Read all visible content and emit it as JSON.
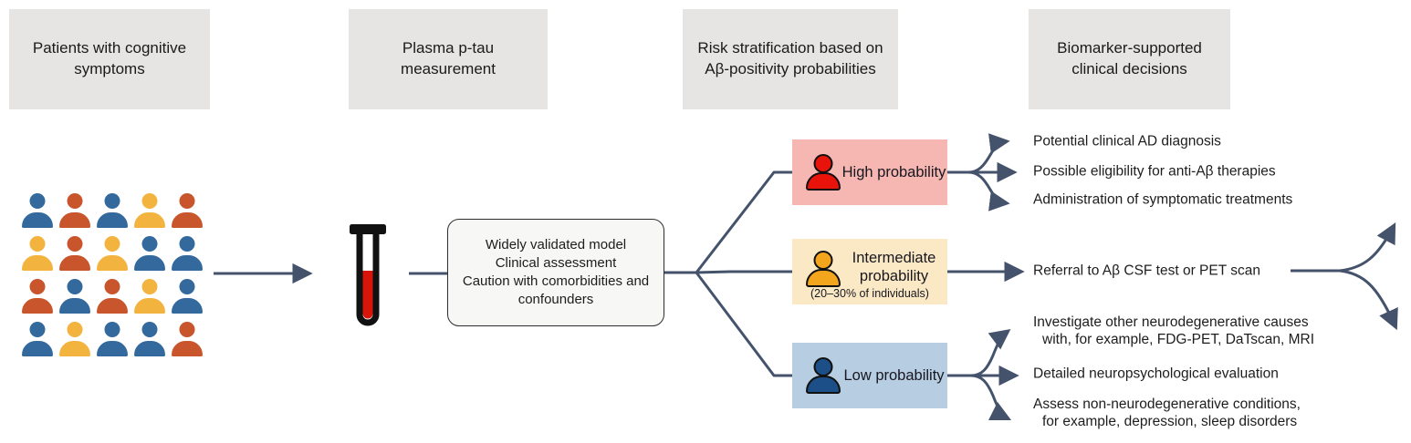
{
  "colors": {
    "line": "#44536b",
    "header_bg": "#e6e5e3",
    "blue": "#33699c",
    "orange": "#c8552c",
    "yellow": "#f3b33f",
    "high_bg": "#f6b7b2",
    "high_icon": "#e8140c",
    "intermediate_bg": "#fbe9c6",
    "intermediate_icon": "#f3a51d",
    "low_bg": "#b7cde2",
    "low_icon": "#1c4e87",
    "model_box_bg": "#f7f7f5",
    "tube_liquid": "#d8150b"
  },
  "headers": [
    {
      "label": "Patients with cognitive symptoms"
    },
    {
      "label": "Plasma p-tau measurement"
    },
    {
      "label": "Risk stratification based on Aβ-positivity probabilities"
    },
    {
      "label": "Biomarker-supported clinical decisions"
    }
  ],
  "crowd": {
    "rows": [
      [
        "blue",
        "orange",
        "blue",
        "yellow",
        "orange"
      ],
      [
        "yellow",
        "orange",
        "yellow",
        "blue",
        "blue"
      ],
      [
        "orange",
        "blue",
        "orange",
        "yellow",
        "blue"
      ],
      [
        "blue",
        "yellow",
        "blue",
        "blue",
        "orange"
      ]
    ]
  },
  "model_box": {
    "lines": [
      "Widely validated model",
      "Clinical assessment",
      "Caution with comorbidities and confounders"
    ]
  },
  "branches": [
    {
      "label": "High probability",
      "outcomes": [
        {
          "lines": [
            "Potential clinical AD diagnosis"
          ]
        },
        {
          "lines": [
            "Possible eligibility for anti-Aβ therapies"
          ]
        },
        {
          "lines": [
            "Administration of symptomatic treatments"
          ]
        }
      ]
    },
    {
      "label": "Intermediate probability",
      "sub": "(20–30% of individuals)",
      "outcomes": [
        {
          "lines": [
            "Referral to Aβ CSF test or PET scan"
          ]
        }
      ]
    },
    {
      "label": "Low probability",
      "outcomes": [
        {
          "lines": [
            "Investigate other neurodegenerative causes",
            "with, for example, FDG-PET, DaTscan, MRI"
          ]
        },
        {
          "lines": [
            "Detailed neuropsychological evaluation"
          ]
        },
        {
          "lines": [
            "Assess non-neurodegenerative conditions,",
            "for example, depression, sleep disorders"
          ]
        }
      ]
    }
  ],
  "icons": {
    "tube": "blood-test-tube-icon",
    "person": "person-icon"
  }
}
